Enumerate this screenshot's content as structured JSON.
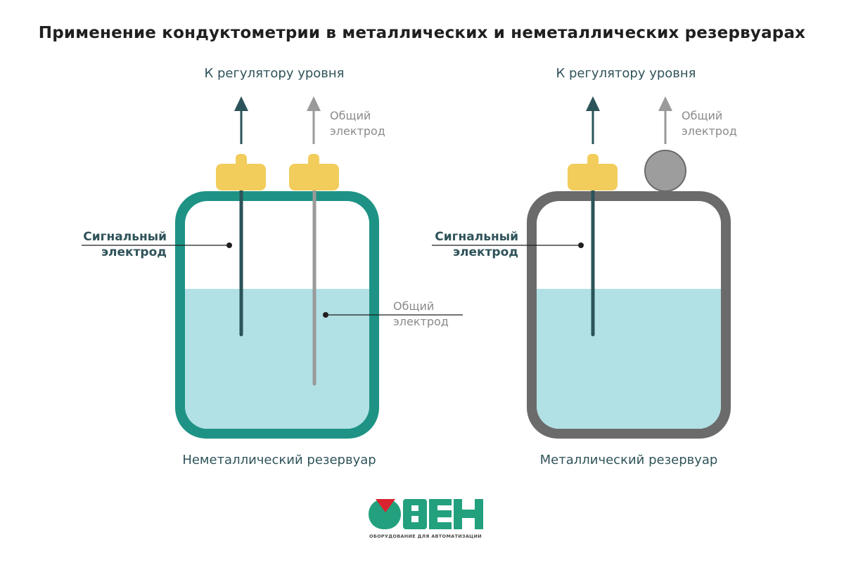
{
  "title": "Применение кондуктометрии в металлических и неметаллических резервуарах",
  "colors": {
    "text_dark": "#2f5359",
    "text_gray": "#8a8a8a",
    "nonmetal_wall": "#1e9385",
    "metal_wall": "#6b6b6b",
    "liquid": "#b1e0e5",
    "connector_yellow": "#f2cd5c",
    "signal_rod": "#2b545a",
    "common_rod": "#9a9a9a",
    "arrow_dark": "#2b545a",
    "arrow_gray": "#9a9a9a",
    "logo_green": "#23a07e",
    "logo_red": "#d9232e"
  },
  "left_tank": {
    "header": "К регулятору уровня",
    "top_common_label": [
      "Общий",
      "электрод"
    ],
    "signal_label": [
      "Сигнальный",
      "электрод"
    ],
    "inner_common_label": [
      "Общий",
      "электрод"
    ],
    "caption": "Неметаллический резервуар"
  },
  "right_tank": {
    "header": "К регулятору уровня",
    "top_common_label": [
      "Общий",
      "электрод"
    ],
    "signal_label": [
      "Сигнальный",
      "электрод"
    ],
    "caption": "Металлический резервуар"
  },
  "logo": {
    "brand": "ОВЕН",
    "tagline": "ОБОРУДОВАНИЕ ДЛЯ АВТОМАТИЗАЦИИ"
  }
}
